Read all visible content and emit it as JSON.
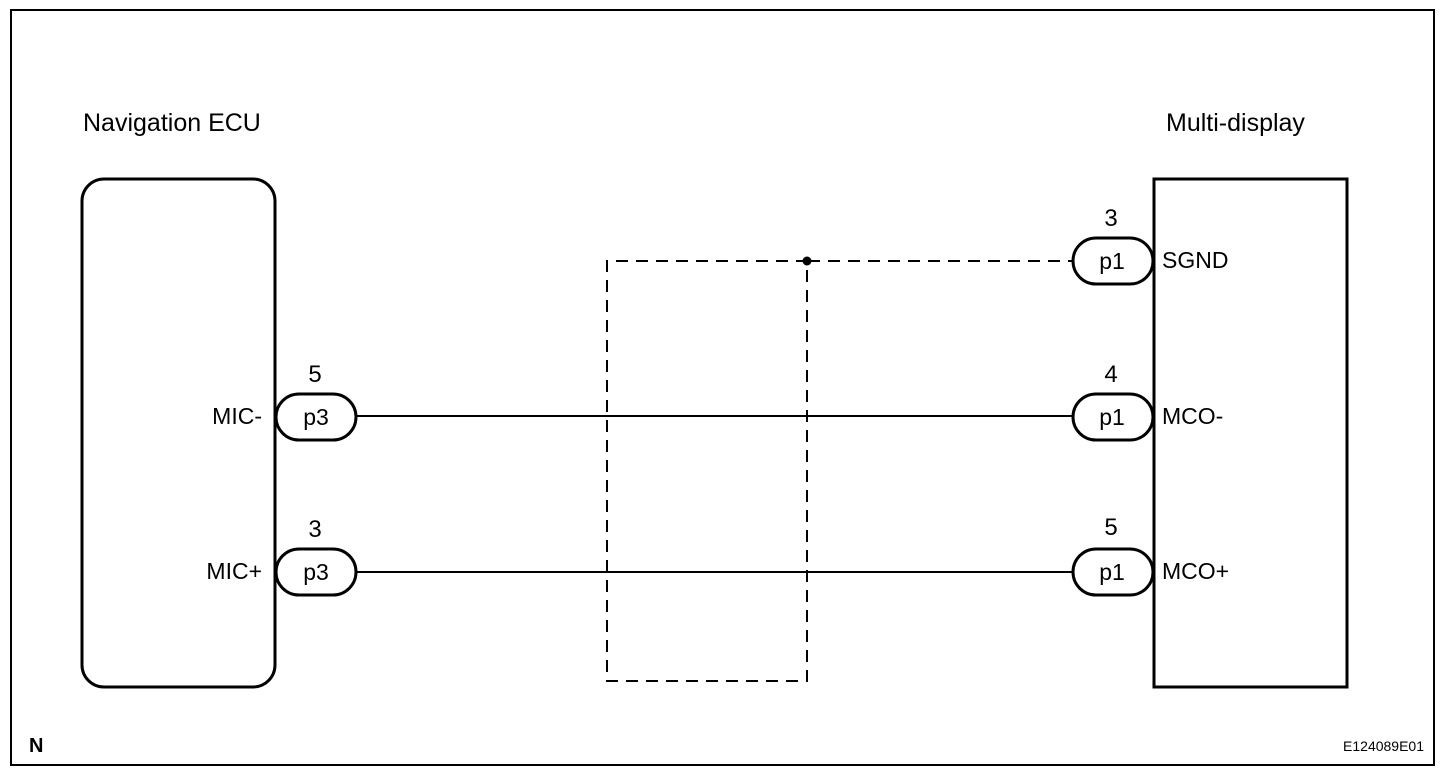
{
  "components": {
    "left": {
      "title": "Navigation ECU"
    },
    "right": {
      "title": "Multi-display"
    }
  },
  "pins": [
    {
      "id": "sgnd",
      "pin_number": "3",
      "connector": "p1",
      "signal": "SGND"
    },
    {
      "id": "mco-minus",
      "pin_number": "4",
      "connector": "p1",
      "signal": "MCO-"
    },
    {
      "id": "mco-plus",
      "pin_number": "5",
      "connector": "p1",
      "signal": "MCO+"
    },
    {
      "id": "mic-minus",
      "pin_number": "5",
      "connector": "p3",
      "signal": "MIC-"
    },
    {
      "id": "mic-plus",
      "pin_number": "3",
      "connector": "p3",
      "signal": "MIC+"
    }
  ],
  "footer": {
    "left_mark": "N",
    "figure_code": "E124089E01"
  },
  "colors": {
    "line": "#000000",
    "background": "#ffffff"
  }
}
